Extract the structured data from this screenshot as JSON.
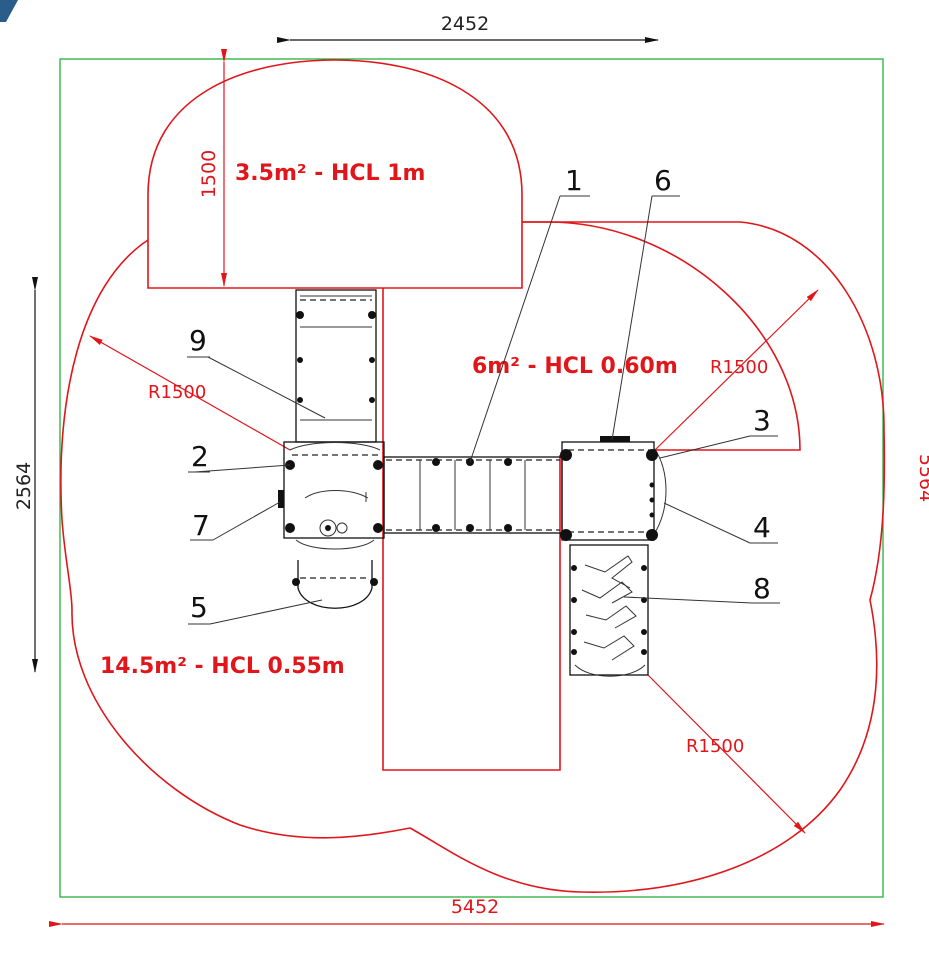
{
  "dimensions": {
    "top_width": "2452",
    "left_height": "2564",
    "bottom_width": "5452",
    "right_height": "5564",
    "top_zone_height": "1500"
  },
  "zones": {
    "top": "3.5m² - HCL 1m",
    "right": "6m² - HCL 0.60m",
    "left": "14.5m² - HCL 0.55m"
  },
  "radii": {
    "left": "R1500",
    "right_top": "R1500",
    "right_bottom": "R1500"
  },
  "callouts": {
    "c1": "1",
    "c2": "2",
    "c3": "3",
    "c4": "4",
    "c5": "5",
    "c6": "6",
    "c7": "7",
    "c8": "8",
    "c9": "9"
  },
  "colors": {
    "zone_line": "#e0161b",
    "boundary_line": "#27b13a",
    "equipment_line": "#111111",
    "corner_mark": "#2a5d8a"
  }
}
